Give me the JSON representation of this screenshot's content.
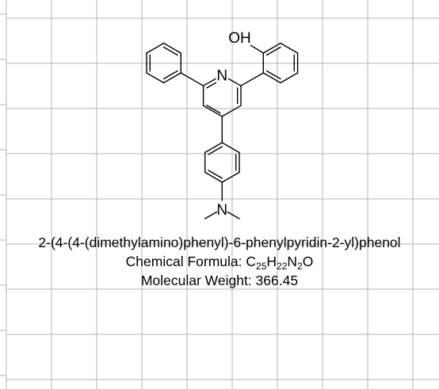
{
  "molecule": {
    "atom_labels": {
      "hydroxyl": "OH",
      "pyridine_nitrogen": "N",
      "amine_nitrogen": "N"
    },
    "name": "2-(4-(4-(dimethylamino)phenyl)-6-phenylpyridin-2-yl)phenol",
    "formula_label": "Chemical Formula: ",
    "formula_parts": [
      {
        "symbol": "C",
        "count": "25"
      },
      {
        "symbol": "H",
        "count": "22"
      },
      {
        "symbol": "N",
        "count": "2"
      },
      {
        "symbol": "O",
        "count": ""
      }
    ],
    "weight_label": "Molecular Weight: 366.45"
  },
  "colors": {
    "grid": "#b4b4b4",
    "ink": "#000000",
    "background": "#ffffff"
  }
}
